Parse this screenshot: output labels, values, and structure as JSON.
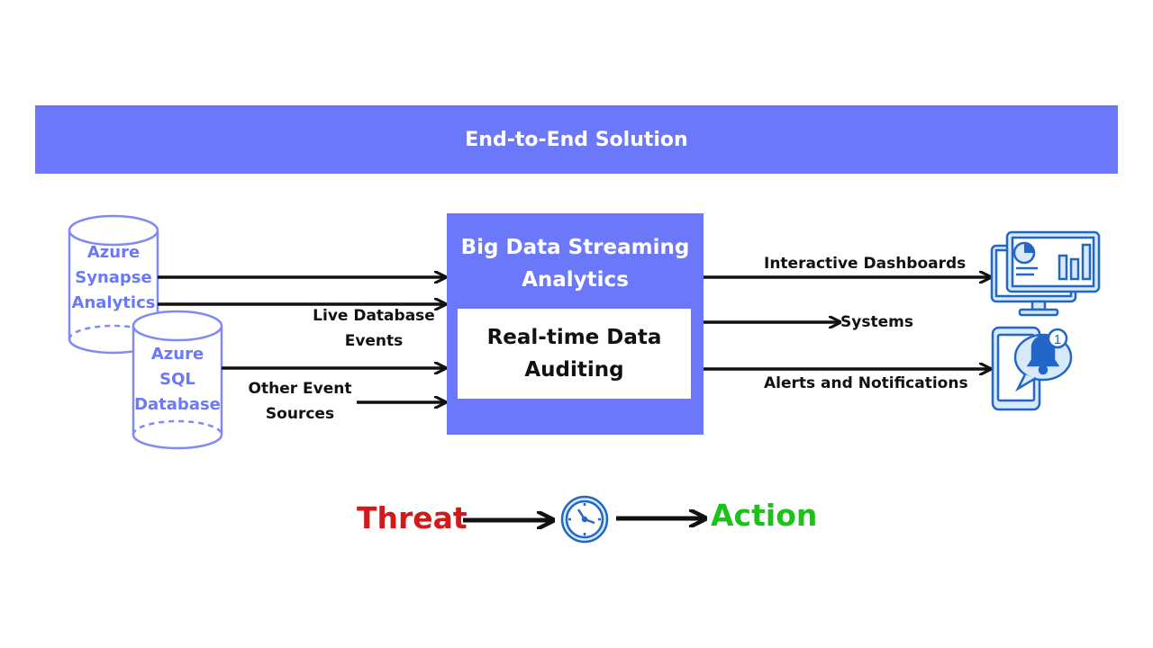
{
  "banner": {
    "title": "End-to-End Solution"
  },
  "sources": [
    {
      "lines": [
        "Azure",
        "Synapse",
        "Analytics"
      ]
    },
    {
      "lines": [
        "Azure",
        "SQL",
        "Database"
      ]
    }
  ],
  "edge_labels": {
    "live_events": [
      "Live Database",
      "Events"
    ],
    "other_sources": [
      "Other Event",
      "Sources"
    ]
  },
  "core": {
    "title": [
      "Big Data Streaming",
      "Analytics"
    ],
    "inner": [
      "Real-time Data",
      "Auditing"
    ]
  },
  "outputs": {
    "dashboards": "Interactive Dashboards",
    "systems": "Systems",
    "alerts": "Alerts and Notifications",
    "notification_count": "1"
  },
  "flow": {
    "threat": "Threat",
    "action": "Action"
  },
  "colors": {
    "accent": "#6b78f9",
    "threat": "#d11a1a",
    "action": "#1ac21a",
    "icon_fill": "#d7e9fb",
    "icon_stroke": "#2266c8"
  },
  "icons": [
    "database-cylinder-icon",
    "monitor-dashboard-icon",
    "phone-bell-notification-icon",
    "clock-icon"
  ]
}
